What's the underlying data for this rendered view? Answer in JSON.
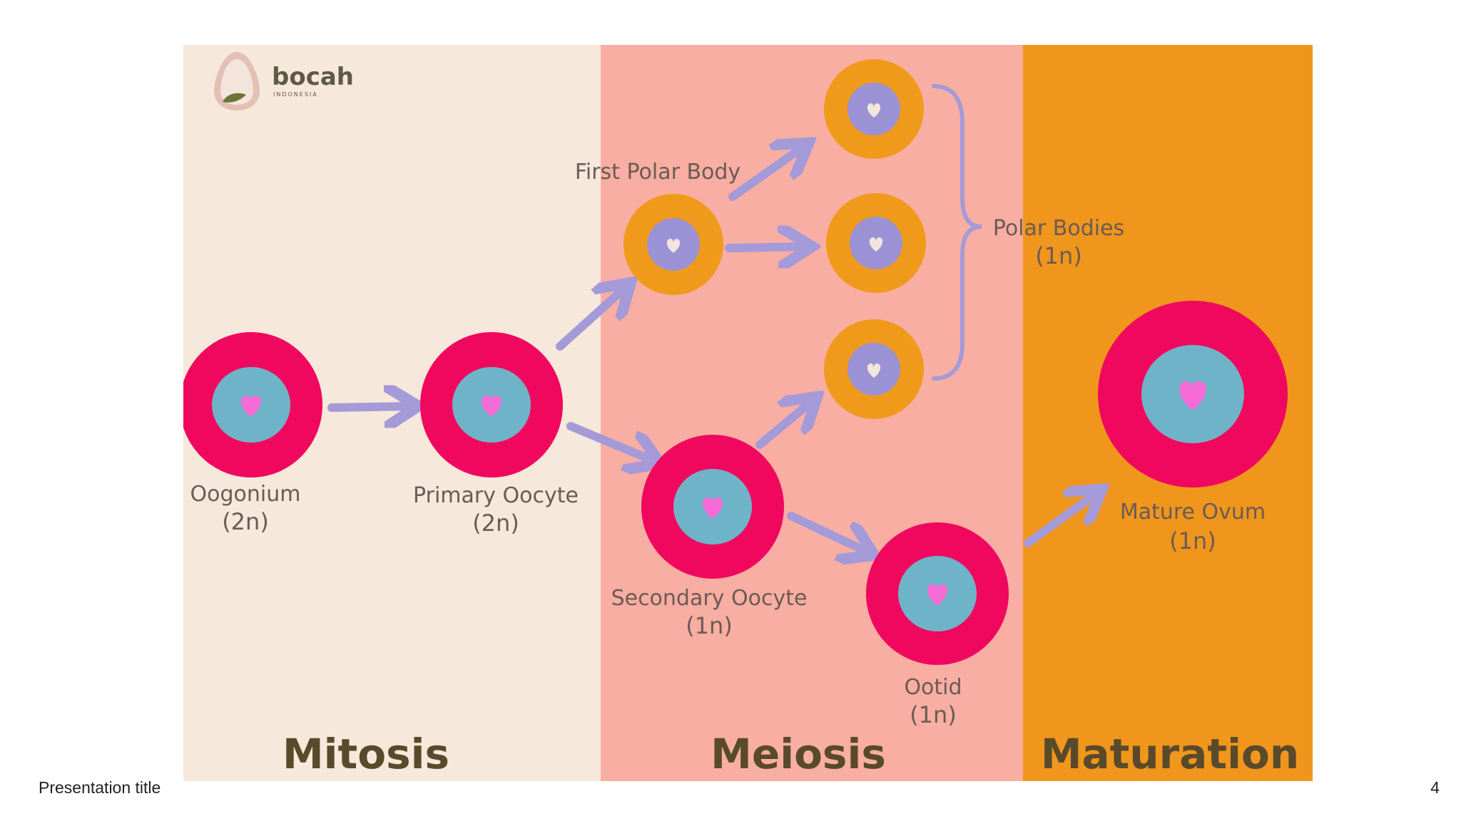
{
  "logo": {
    "name": "bocah",
    "subtitle": "INDONESIA"
  },
  "sections": [
    {
      "label": "Mitosis",
      "color": "#f6e8da"
    },
    {
      "label": "Meiosis",
      "color": "#f8aea2"
    },
    {
      "label": "Maturation",
      "color": "#f0961c"
    }
  ],
  "cells": {
    "oogonium": {
      "label": "Oogonium",
      "ploidy": "(2n)"
    },
    "primary_oocyte": {
      "label": "Primary Oocyte",
      "ploidy": "(2n)"
    },
    "first_polar_body": {
      "label": "First Polar Body"
    },
    "secondary_oocyte": {
      "label": "Secondary Oocyte",
      "ploidy": "(1n)"
    },
    "ootid": {
      "label": "Ootid",
      "ploidy": "(1n)"
    },
    "polar_bodies": {
      "label": "Polar Bodies",
      "ploidy": "(1n)"
    },
    "mature_ovum": {
      "label": "Mature Ovum",
      "ploidy": "(1n)"
    }
  },
  "colors": {
    "cell_outer": "#f0085e",
    "cell_middle": "#6fb3c9",
    "cell_nucleus": "#f76cd6",
    "polar_outer": "#f09a1c",
    "polar_inner": "#9a92d4",
    "arrow": "#a59ad8",
    "label_text": "#6b5b55",
    "section_text": "#5a4a2c"
  },
  "footer": {
    "title": "Presentation title",
    "page": "4"
  }
}
